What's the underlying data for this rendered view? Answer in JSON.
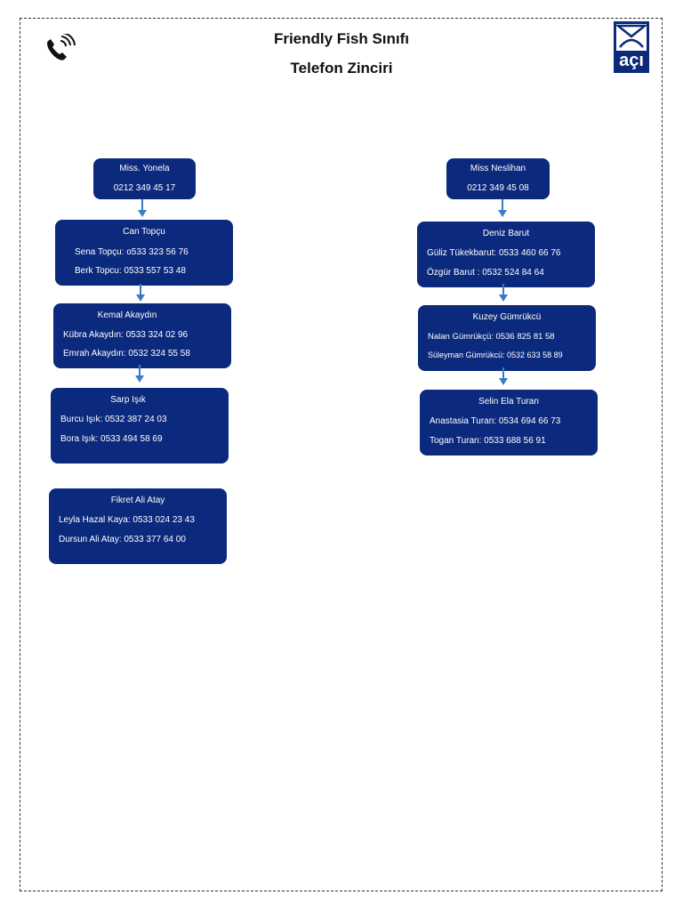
{
  "header": {
    "title_line1": "Friendly Fish Sınıfı",
    "title_line2": "Telefon Zinciri",
    "logo_text": "açı",
    "icon": "phone-ringing-icon",
    "accent_color": "#0b2a7d"
  },
  "left_chain": [
    {
      "name": "Miss. Yonela",
      "lines": [
        "0212 349 45 17"
      ]
    },
    {
      "name": "Can Topçu",
      "lines": [
        "Sena Topçu: o533 323 56 76",
        "Berk Topcu: 0533 557 53 48"
      ]
    },
    {
      "name": "Kemal Akaydın",
      "lines": [
        "Kübra Akaydın: 0533 324 02 96",
        "Emrah Akaydın: 0532 324 55 58"
      ]
    },
    {
      "name": "Sarp Işık",
      "lines": [
        "Burcu Işık: 0532 387 24 03",
        "Bora Işık: 0533 494 58 69"
      ]
    },
    {
      "name": "Fikret Ali Atay",
      "lines": [
        "Leyla Hazal Kaya: 0533 024 23 43",
        "Dursun Ali Atay: 0533 377 64 00"
      ]
    }
  ],
  "right_chain": [
    {
      "name": "Miss Neslihan",
      "lines": [
        "0212 349 45 08"
      ]
    },
    {
      "name": "Deniz Barut",
      "lines": [
        "Güliz Tükekbarut: 0533 460 66 76",
        "Özgür Barut : 0532 524 84 64"
      ]
    },
    {
      "name": "Kuzey  Gümrükcü",
      "lines": [
        "Nalan Gümrükçü: 0536 825 81 58",
        "Süleyman Gümrükcü: 0532 633 58 89"
      ]
    },
    {
      "name": "Selin Ela Turan",
      "lines": [
        "Anastasia Turan: 0534 694 66 73",
        "Togan  Turan: 0533 688 56 91"
      ]
    }
  ]
}
